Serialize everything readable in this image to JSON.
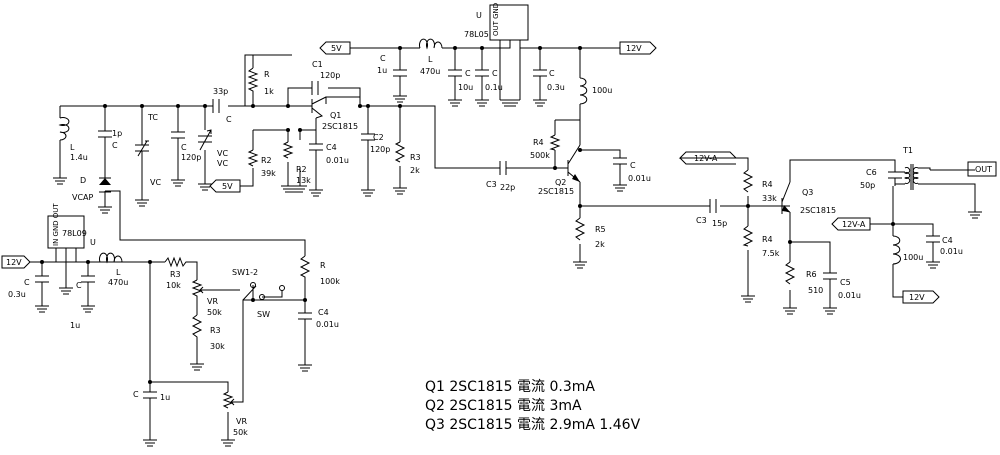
{
  "rails": {
    "v5": "5V",
    "v12": "12V",
    "v12a": "12V-A",
    "out": "OUT"
  },
  "regulators": {
    "top": {
      "name": "U",
      "part": "78L05",
      "pins": "OUT GND IN"
    },
    "left": {
      "name": "U",
      "part": "78L09",
      "pins": "IN GND OUT"
    }
  },
  "labels": {
    "l_osc": "L",
    "l_osc_v": "1.4u",
    "c_1p": "1p",
    "c_1p_n": "C",
    "d": "D",
    "vcap": "VCAP",
    "tc": "TC",
    "vc1": "VC",
    "c120": "C",
    "c120_v": "120p",
    "vc2": "VC",
    "vc3": "VC",
    "c33": "33p",
    "c33_n": "C",
    "r1k": "R",
    "r1k_v": "1k",
    "c1": "C1",
    "c1_v": "120p",
    "q1": "Q1",
    "q1_part": "2SC1815",
    "r2": "R2",
    "r2_v": "39k",
    "r2b": "R2",
    "r2b_v": "13k",
    "c4a": "C4",
    "c4a_v": "0.01u",
    "c2": "C2",
    "c2_v": "120p",
    "r3": "R3",
    "r3_v": "2k",
    "c_1u": "C",
    "c_1u_v": "1u",
    "l470": "L",
    "l470_v": "470u",
    "c10u": "C",
    "c10u_v": "10u",
    "c01u": "C",
    "c01u_v": "0.1u",
    "c03u": "C",
    "c03u_v": "0.3u",
    "l100": "100u",
    "r4": "R4",
    "r4_v": "500k",
    "cq2": "C",
    "cq2_v": "0.01u",
    "c3": "C3",
    "c3_v": "22p",
    "q2": "Q2",
    "q2_part": "2SC1815",
    "r5": "R5",
    "r5_v": "2k",
    "c3b": "C3",
    "c3b_v": "15p",
    "r4a": "R4",
    "r4a_v": "33k",
    "r4b": "R4",
    "r4b_v": "7.5k",
    "q3": "Q3",
    "q3_part": "2SC1815",
    "r6": "R6",
    "r6_v": "510",
    "c5": "C5",
    "c5_v": "0.01u",
    "c6": "C6",
    "c6_v": "50p",
    "t1": "T1",
    "c4b": "C4",
    "c4b_v": "0.01u",
    "l100b": "100u",
    "in_c": "C",
    "in_c_v": "0.3u",
    "in_c2": "C",
    "in_c2_v": "1u",
    "in_l": "L",
    "in_l_v": "470u",
    "r3a": "R3",
    "r3a_v": "10k",
    "vr1": "VR",
    "vr1_v": "50k",
    "r3b": "R3",
    "r3b_v": "30k",
    "sw12": "SW1-2",
    "sw": "SW",
    "r100": "R",
    "r100_v": "100k",
    "c4c": "C4",
    "c4c_v": "0.01u",
    "c1u2": "C",
    "c1u2_v": "1u",
    "vr2": "VR",
    "vr2_v": "50k"
  },
  "notes": [
    "Q1 2SC1815  電流  0.3mA",
    "Q2 2SC1815  電流  3mA",
    "Q3 2SC1815  電流  2.9mA      1.46V"
  ]
}
